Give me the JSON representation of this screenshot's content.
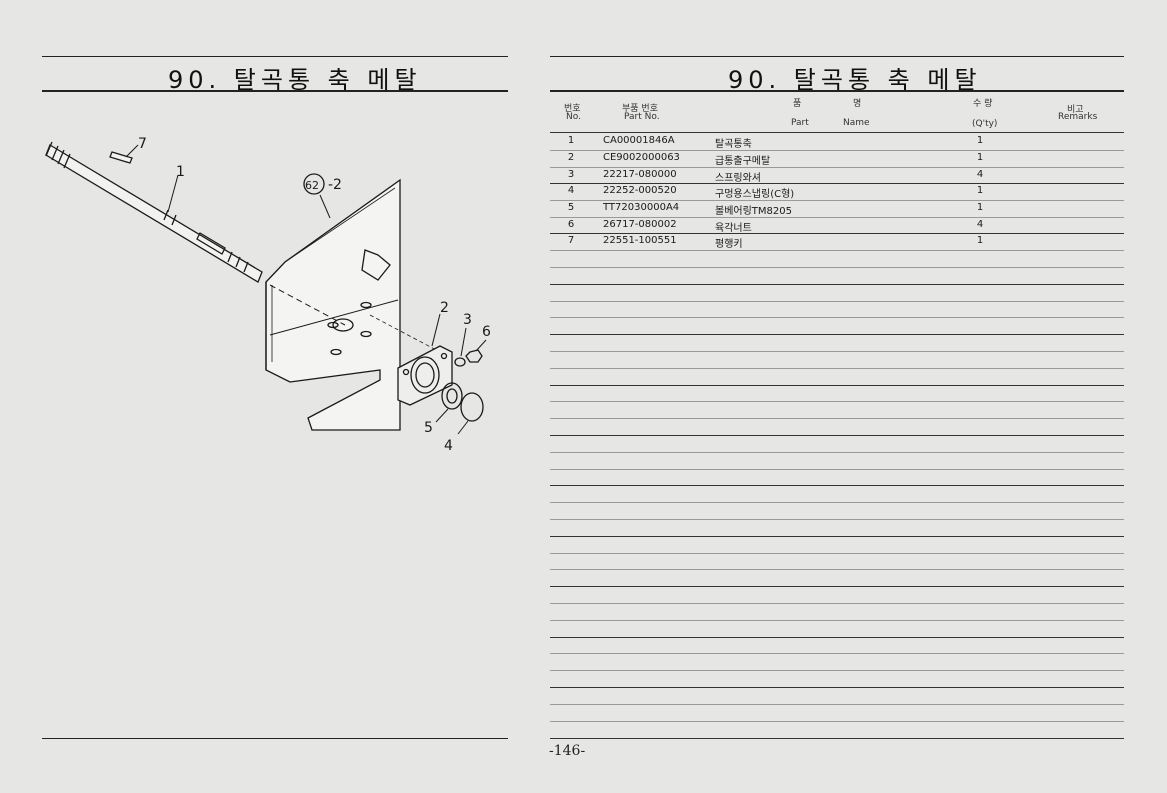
{
  "left_page": {
    "title": "90. 탈곡통 축 메탈",
    "diagram": {
      "callouts": [
        "7",
        "1",
        "62",
        "-2",
        "2",
        "3",
        "6",
        "5",
        "4"
      ]
    }
  },
  "right_page": {
    "title": "90. 탈곡통 축 메탈",
    "table": {
      "headers": {
        "no_ko": "번호",
        "no_en": "No.",
        "part_ko": "부품 번호",
        "part_en": "Part  No.",
        "name_ko_1": "품",
        "name_ko_2": "명",
        "name_en_1": "Part",
        "name_en_2": "Name",
        "qty_ko": "수  량",
        "qty_en": "(Q'ty)",
        "remarks_ko": "비고",
        "remarks_en": "Remarks"
      },
      "rows": [
        {
          "no": "1",
          "part": "CA00001846A",
          "name": "탈곡통축",
          "qty": "1"
        },
        {
          "no": "2",
          "part": "CE9002000063",
          "name": "급통출구메탈",
          "qty": "1"
        },
        {
          "no": "3",
          "part": "22217-080000",
          "name": "스프링와셔",
          "qty": "4"
        },
        {
          "no": "4",
          "part": "22252-000520",
          "name": "구멍용스냅링(C형)",
          "qty": "1"
        },
        {
          "no": "5",
          "part": "TT72030000A4",
          "name": "볼베어링TM8205",
          "qty": "1"
        },
        {
          "no": "6",
          "part": "26717-080002",
          "name": "육각너트",
          "qty": "4"
        },
        {
          "no": "7",
          "part": "22551-100551",
          "name": "평행키",
          "qty": "1"
        }
      ]
    },
    "page_number": "-146-"
  }
}
